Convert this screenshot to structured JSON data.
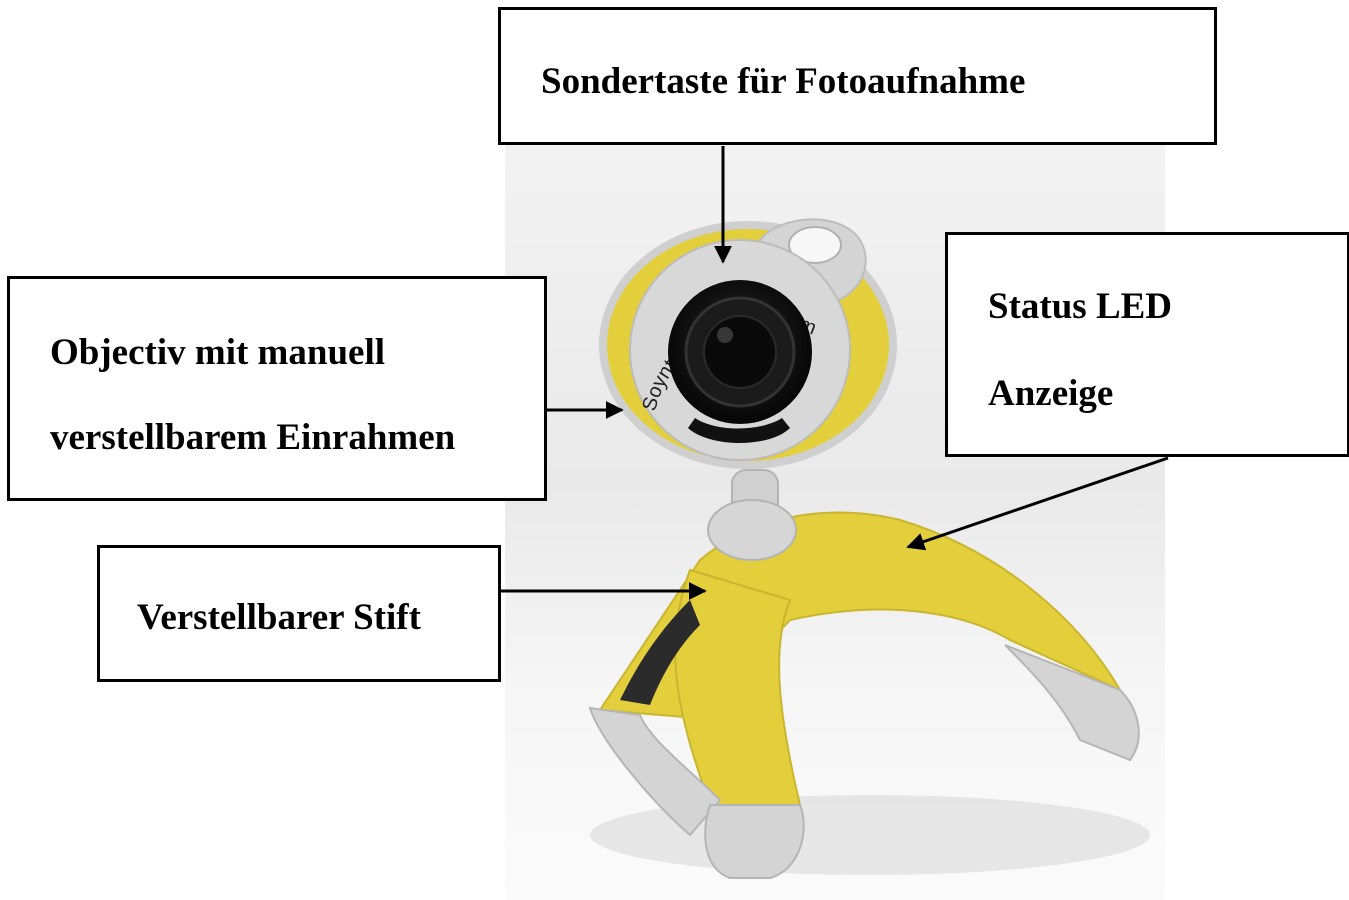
{
  "callouts": {
    "photo_button": "Sondertaste für Fotoaufnahme",
    "lens_line1": "Objectiv mit manuell",
    "lens_line2": "verstellbarem Einrahmen",
    "led_line1": "Status LED",
    "led_line2": "Anzeige",
    "pin": "Verstellbarer Stift"
  },
  "lens_ring_text": "Soyntec F3.0 f=6.3mm VGA Digital Sensor",
  "colors": {
    "body_yellow": "#e3cf3c",
    "trim_grey": "#d4d4d4",
    "lens_black": "#111111",
    "box_border": "#000000"
  }
}
